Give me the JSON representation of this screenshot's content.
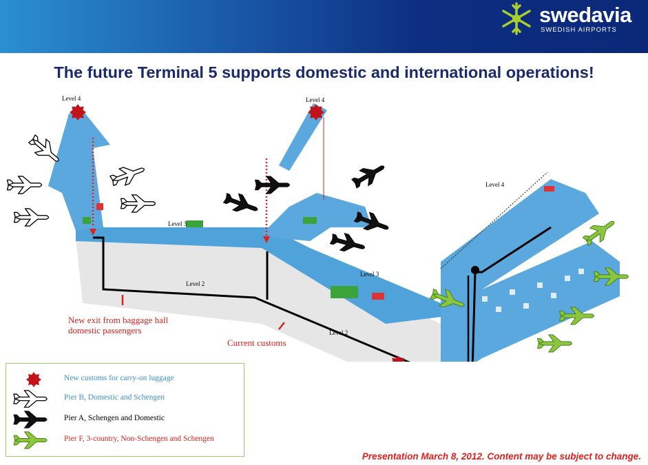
{
  "header": {
    "logo_name": "swedavia",
    "logo_tagline": "SWEDISH AIRPORTS"
  },
  "title": "The future Terminal 5 supports domestic and international operations!",
  "map": {
    "level_labels": [
      "Level 4",
      "Level 4",
      "Level 4",
      "Level 3",
      "Level 3",
      "Level 2",
      "Level 2"
    ],
    "annotations": {
      "new_exit": "New exit from baggage hall domestic passengers",
      "current_customs": "Current customs"
    }
  },
  "legend": {
    "items": [
      {
        "icon": "red-star-icon",
        "label": "New customs for carry-on luggage",
        "color": "#3b8fd0"
      },
      {
        "icon": "white-plane-icon",
        "label": "Pier B, Domestic and Schengen",
        "color": "#3b8fd0"
      },
      {
        "icon": "black-plane-icon",
        "label": "Pier A, Schengen and Domestic",
        "color": "#000000"
      },
      {
        "icon": "green-plane-icon",
        "label": "Pier F, 3-country, Non-Schengen and Schengen",
        "color": "#e0201c"
      }
    ]
  },
  "footer": "Presentation March 8, 2012. Content may be subject to change."
}
